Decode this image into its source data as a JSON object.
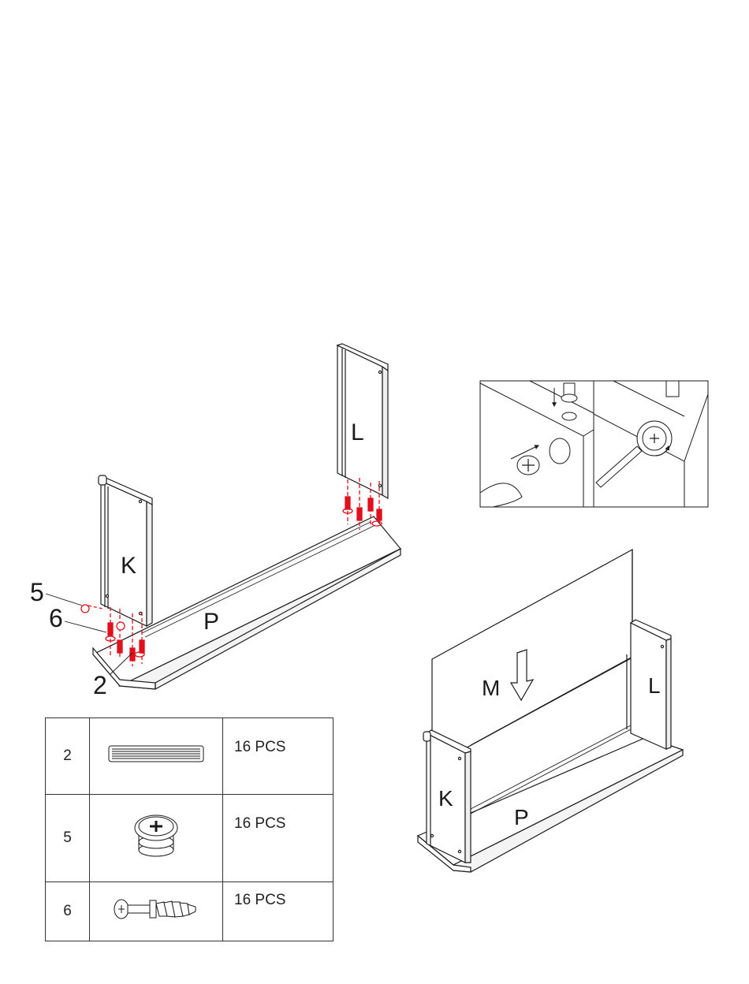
{
  "labels": {
    "panel_l": "L",
    "panel_k": "K",
    "panel_p": "P",
    "callout_5": "5",
    "callout_6": "6",
    "callout_2": "2",
    "panel_m": "M",
    "assembled_l": "L",
    "assembled_k": "K",
    "assembled_p": "P"
  },
  "parts_table": {
    "rows": [
      {
        "number": "2",
        "icon": "wooden-dowel-icon",
        "quantity": "16 PCS"
      },
      {
        "number": "5",
        "icon": "cam-lock-nut-icon",
        "quantity": "16 PCS"
      },
      {
        "number": "6",
        "icon": "cam-bolt-icon",
        "quantity": "16 PCS"
      }
    ]
  },
  "colors": {
    "line": "#1a1a1a",
    "accent": "#e0101c"
  }
}
